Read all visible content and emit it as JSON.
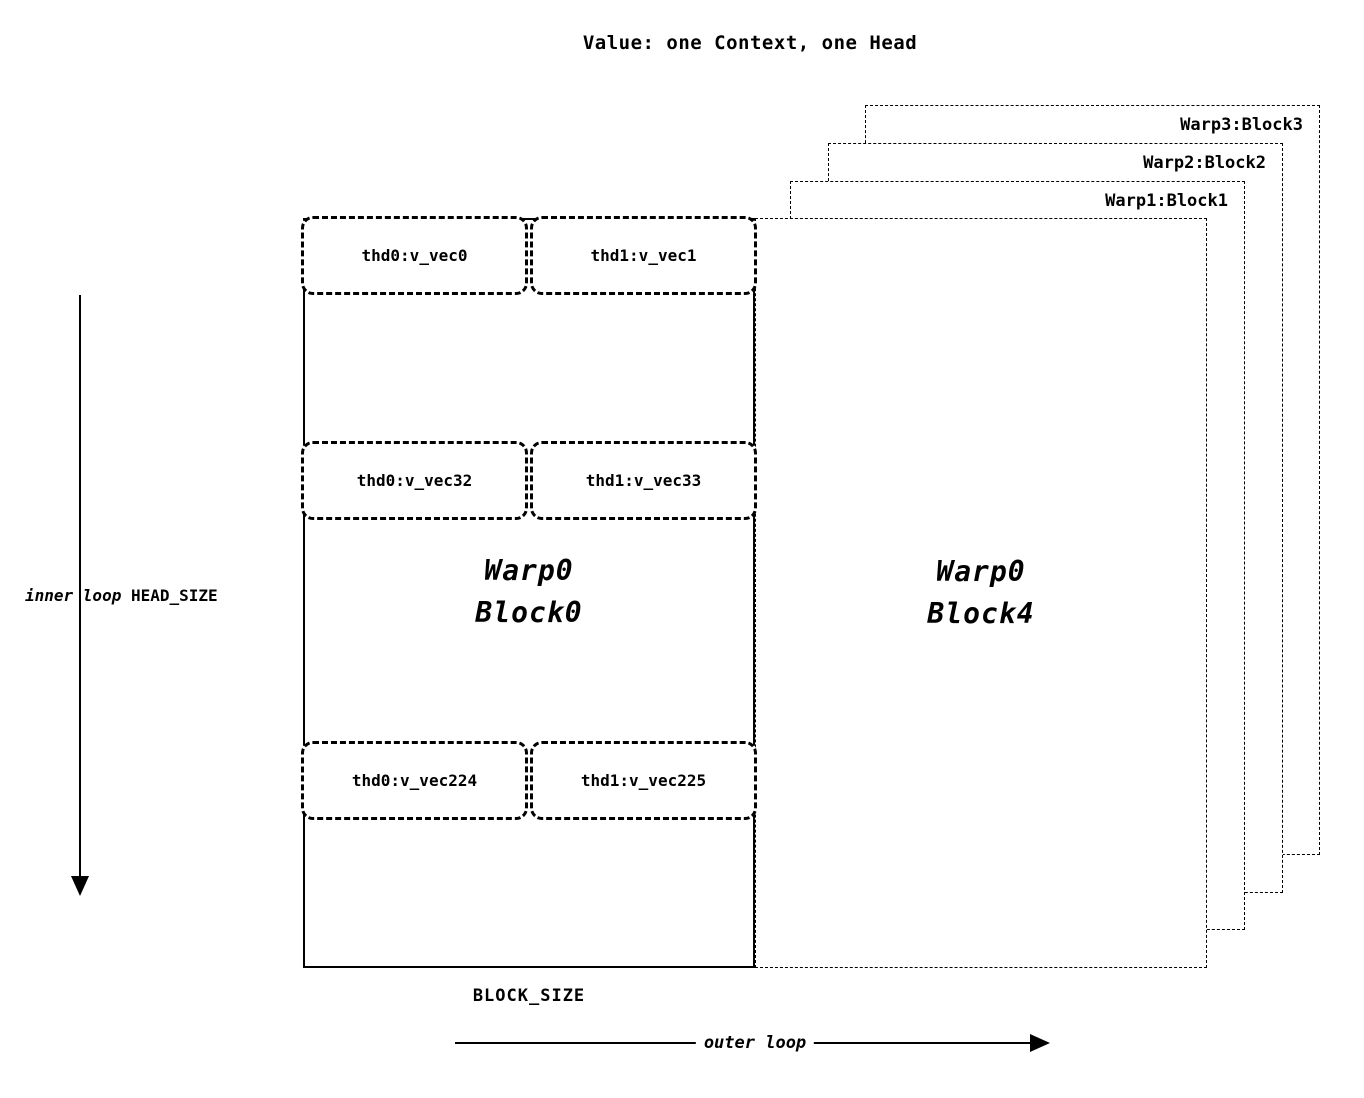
{
  "title": "Value: one Context, one Head",
  "stack": {
    "block3": "Warp3:Block3",
    "block2": "Warp2:Block2",
    "block1": "Warp1:Block1"
  },
  "block4": {
    "line1": "Warp0",
    "line2": "Block4"
  },
  "block0": {
    "line1": "Warp0",
    "line2": "Block0"
  },
  "rows": [
    {
      "left": "thd0:v_vec0",
      "right": "thd1:v_vec1"
    },
    {
      "left": "thd0:v_vec32",
      "right": "thd1:v_vec33"
    },
    {
      "left": "thd0:v_vec224",
      "right": "thd1:v_vec225"
    }
  ],
  "labels": {
    "inner_loop": "inner loop",
    "head_size": "HEAD_SIZE",
    "block_size": "BLOCK_SIZE",
    "outer_loop": "outer loop"
  }
}
